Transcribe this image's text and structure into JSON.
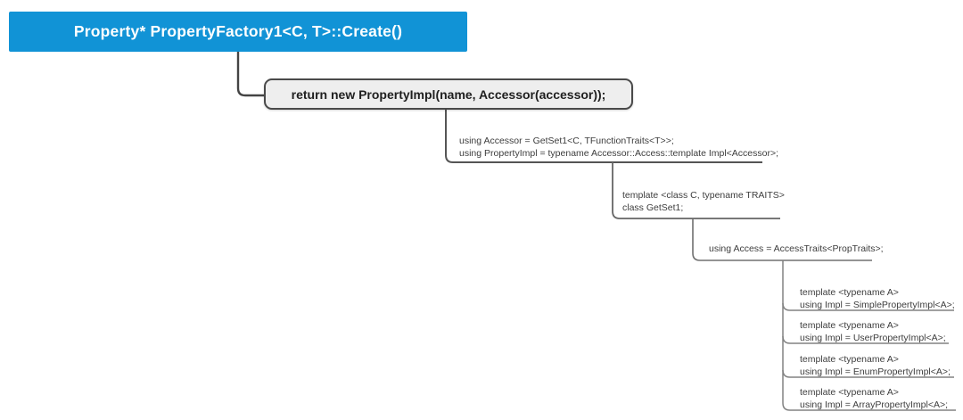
{
  "diagram": {
    "root": {
      "label": "Property* PropertyFactory1<C, T>::Create()"
    },
    "call": {
      "label": "return new PropertyImpl(name, Accessor(accessor));"
    },
    "nodes": [
      {
        "id": "type-aliases",
        "lines": [
          "using Accessor = GetSet1<C, TFunctionTraits<T>>;",
          "using PropertyImpl = typename Accessor::Access::template Impl<Accessor>;"
        ]
      },
      {
        "id": "getset1-declaration",
        "lines": [
          "template <class C, typename TRAITS>",
          "class GetSet1;"
        ]
      },
      {
        "id": "access-alias",
        "lines": [
          "using Access = AccessTraits<PropTraits>;"
        ]
      },
      {
        "id": "simple-property-impl",
        "lines": [
          "template <typename A>",
          "using Impl = SimplePropertyImpl<A>;"
        ]
      },
      {
        "id": "user-property-impl",
        "lines": [
          "template <typename A>",
          "using Impl = UserPropertyImpl<A>;"
        ]
      },
      {
        "id": "enum-property-impl",
        "lines": [
          "template <typename A>",
          "using Impl = EnumPropertyImpl<A>;"
        ]
      },
      {
        "id": "array-property-impl",
        "lines": [
          "template <typename A>",
          "using Impl = ArrayPropertyImpl<A>;"
        ]
      }
    ],
    "colors": {
      "page_bg": "#ffffff",
      "root_bg": "#1193d6",
      "root_text": "#ffffff",
      "call_bg": "#eeeeee",
      "call_border": "#4a4a4a",
      "call_text": "#1f1f1f",
      "code_text": "#3d3d3d",
      "line_dark": "#444444",
      "line_mid1": "#555555",
      "line_mid2": "#666666",
      "line_mid3": "#707070",
      "line_light": "#828282"
    }
  }
}
